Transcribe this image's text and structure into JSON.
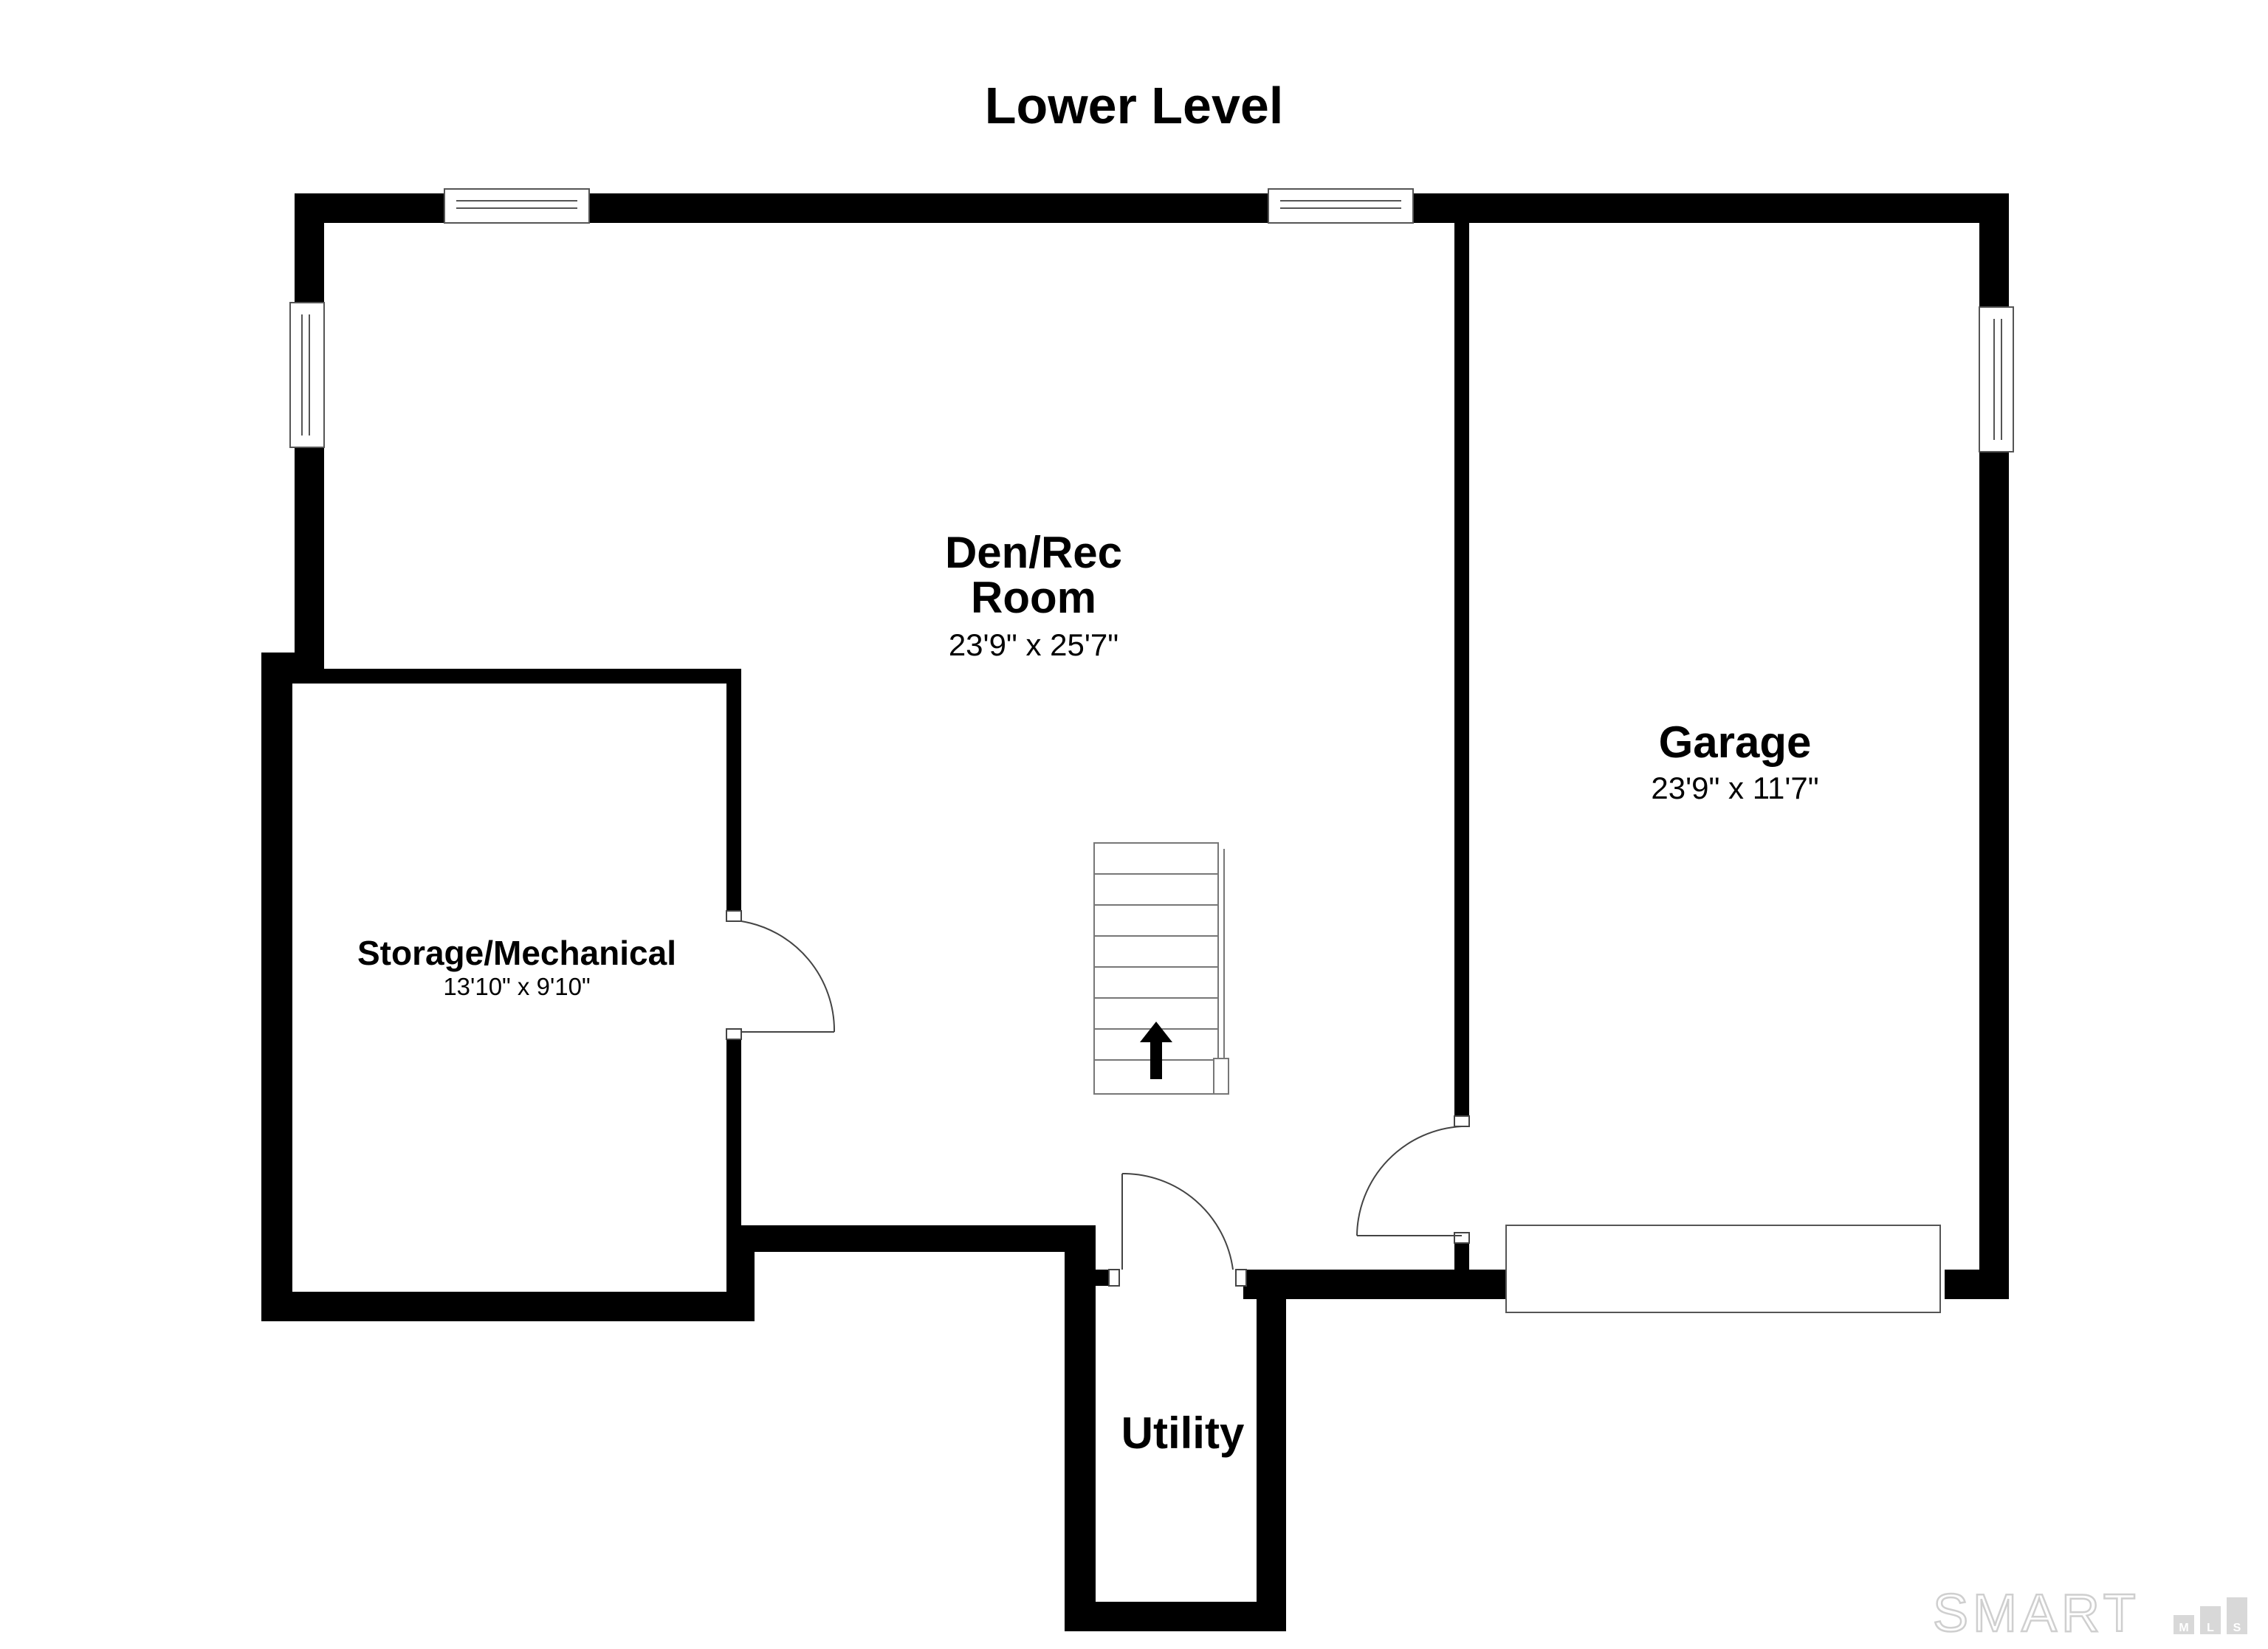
{
  "title": "Lower Level",
  "rooms": {
    "den": {
      "name": "Den/Rec\nRoom",
      "dims": "23'9\" x 25'7\""
    },
    "garage": {
      "name": "Garage",
      "dims": "23'9\" x 11'7\""
    },
    "storage": {
      "name": "Storage/Mechanical",
      "dims": "13'10\" x 9'10\""
    },
    "utility": {
      "name": "Utility"
    }
  },
  "logo": {
    "text": "SMART",
    "small_letters": [
      "M",
      "L",
      "S"
    ]
  },
  "stair_icon": "up-arrow-icon",
  "colors": {
    "wall": "#000000",
    "background": "#ffffff",
    "fixture": "#444444",
    "logo": "#cfcfcf"
  }
}
